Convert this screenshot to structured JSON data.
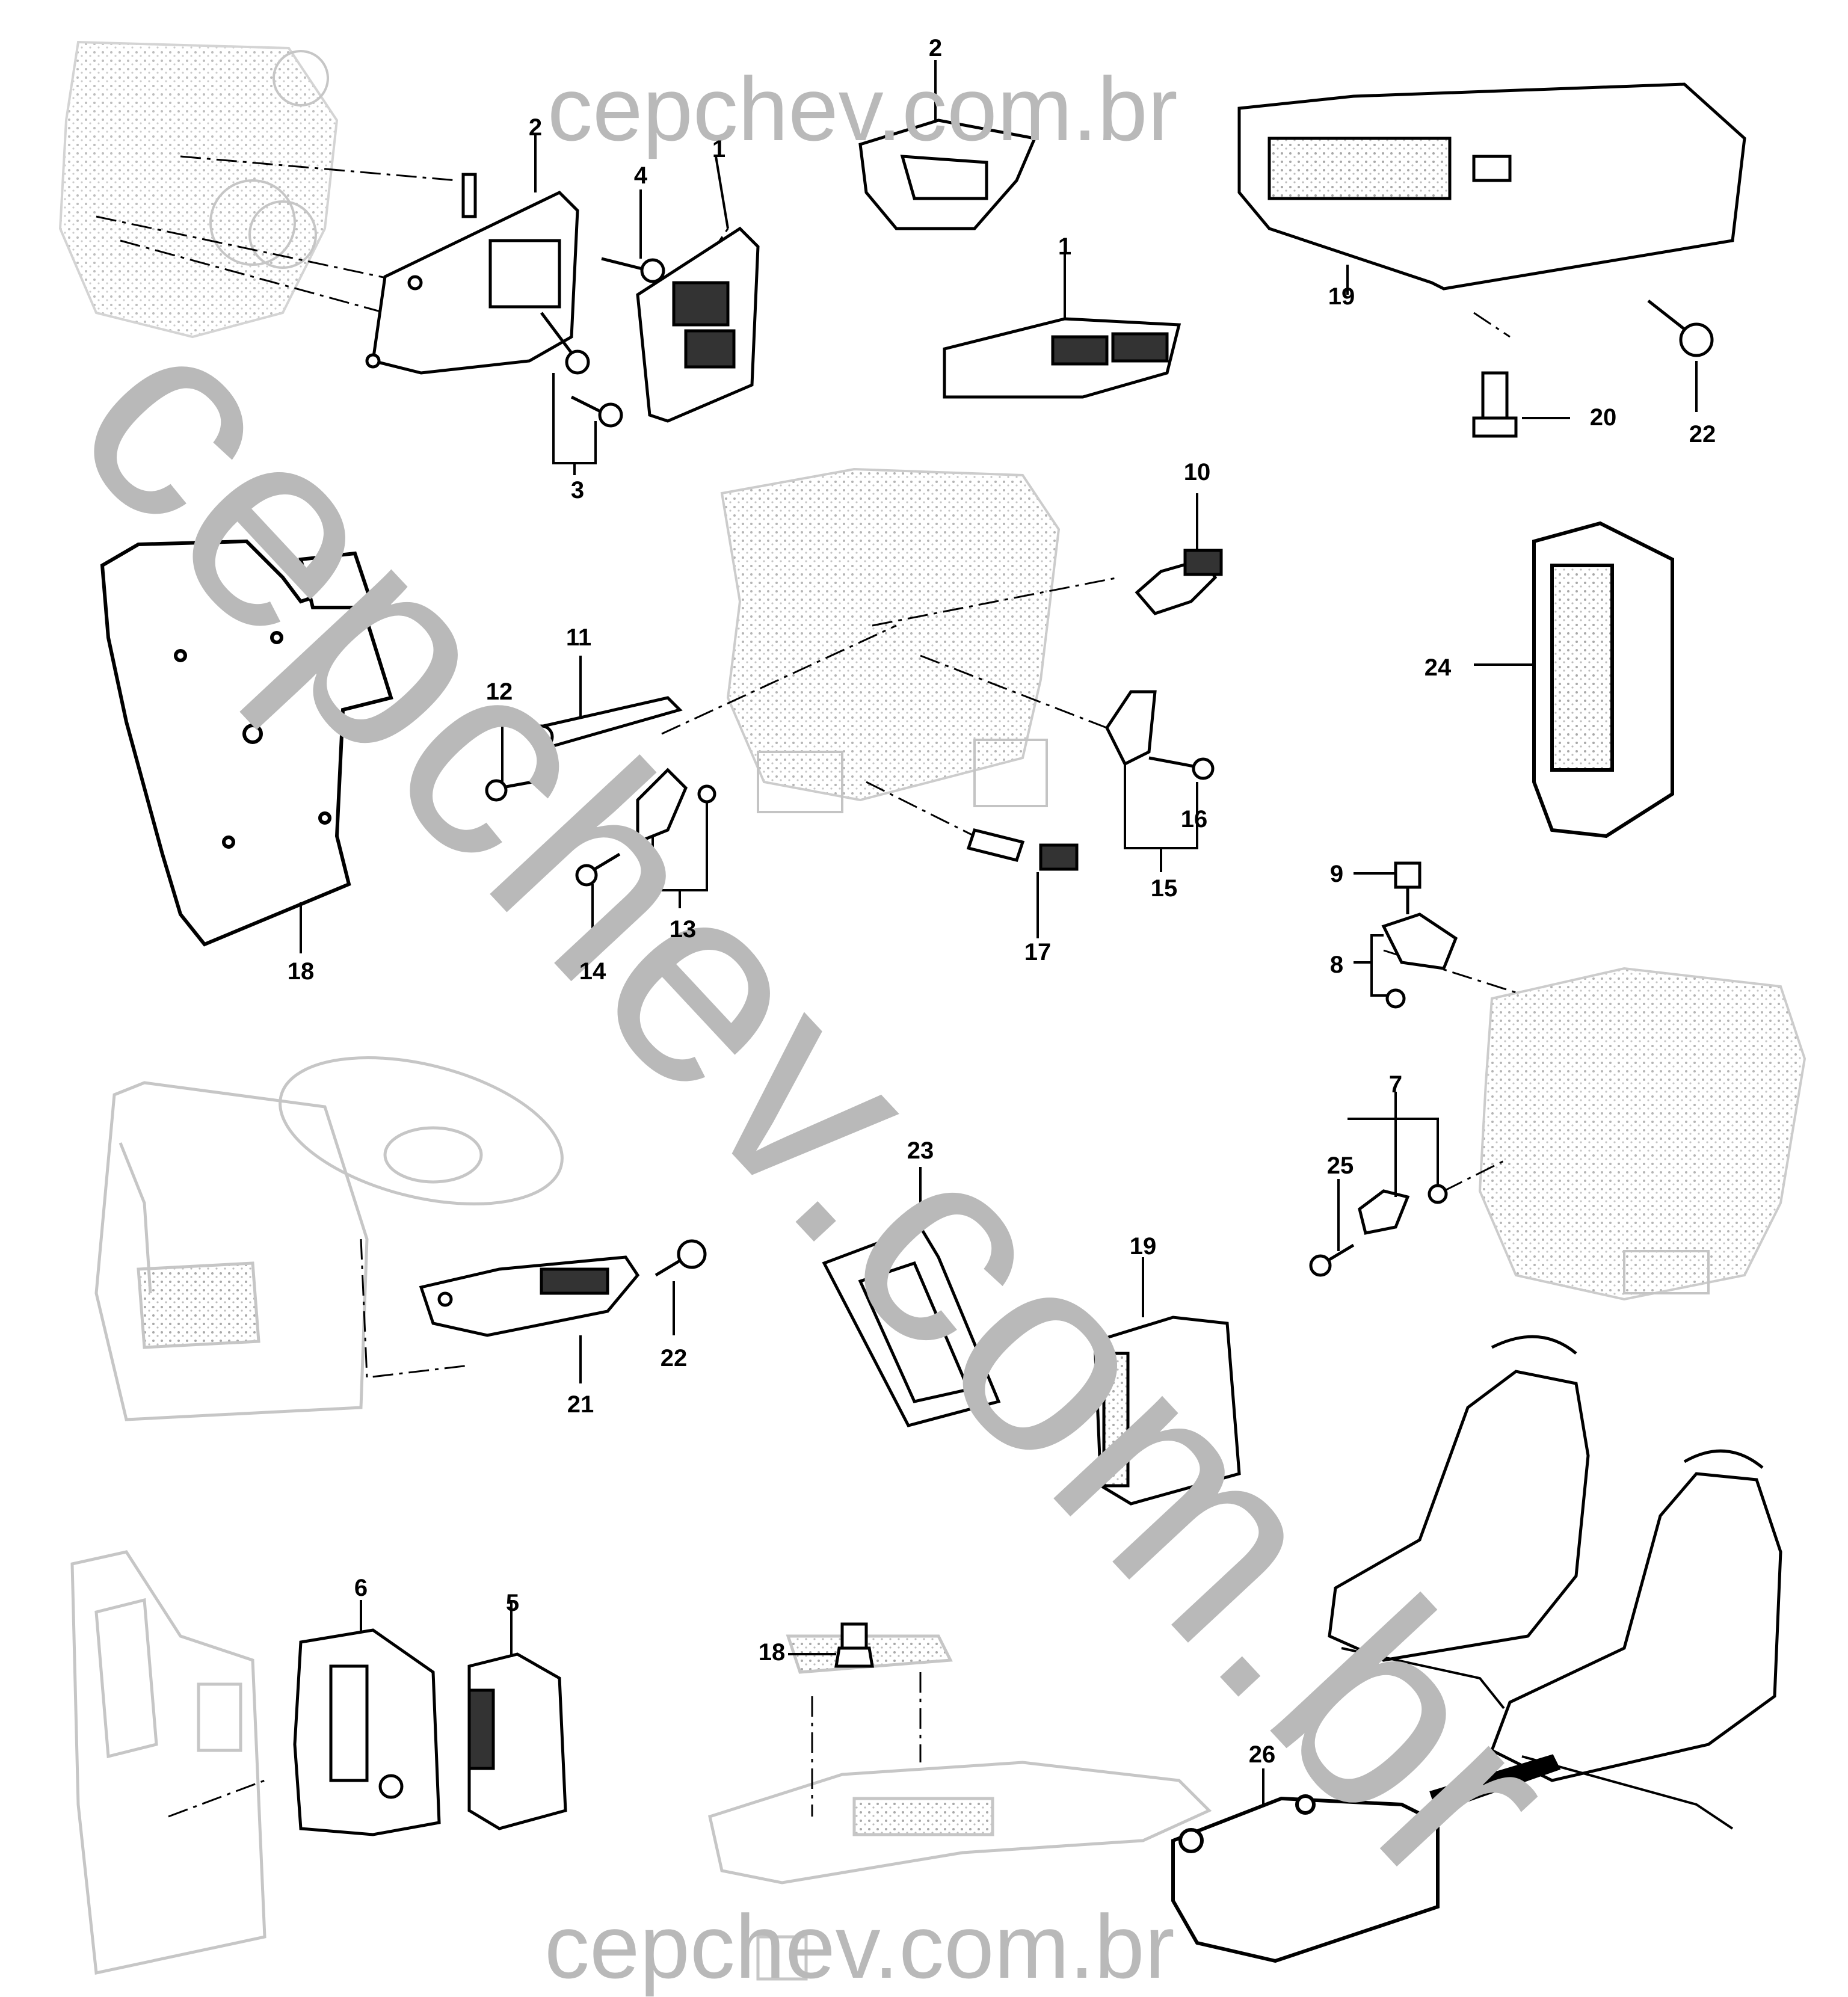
{
  "watermark": {
    "top": "cepchev.com.br",
    "bottom": "cepchev.com.br",
    "diagonal": "cepchev.com.br"
  },
  "callouts": {
    "c1a": "1",
    "c2a": "2",
    "c3": "3",
    "c4": "4",
    "c2b": "2",
    "c1b": "1",
    "c19a": "19",
    "c20": "20",
    "c22a": "22",
    "c10": "10",
    "c11": "11",
    "c12": "12",
    "c13": "13",
    "c14": "14",
    "c15": "15",
    "c16": "16",
    "c17": "17",
    "c18a": "18",
    "c24": "24",
    "c9": "9",
    "c8": "8",
    "c7": "7",
    "c25": "25",
    "c23": "23",
    "c19b": "19",
    "c21": "21",
    "c22b": "22",
    "c6": "6",
    "c5": "5",
    "c18b": "18",
    "c26": "26"
  }
}
